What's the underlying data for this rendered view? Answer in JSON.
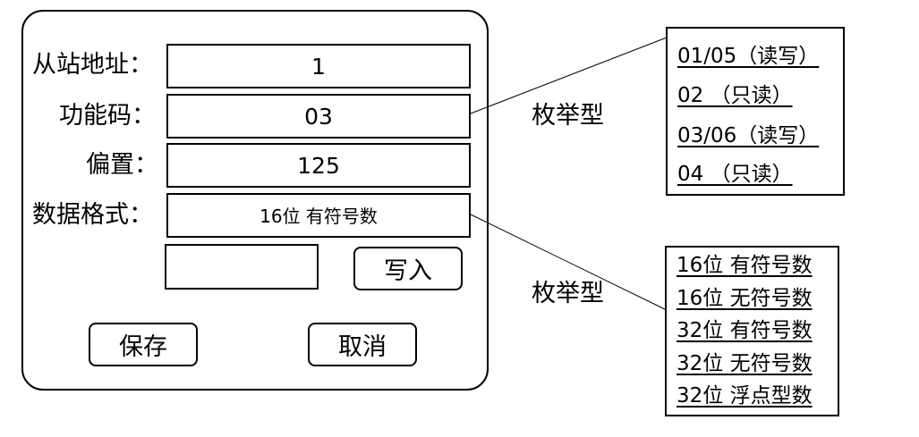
{
  "form": {
    "fields": [
      {
        "label": "从站地址：",
        "value": "1"
      },
      {
        "label": "功能码：",
        "value": "03"
      },
      {
        "label": "偏置：",
        "value": "125"
      },
      {
        "label": "数据格式：",
        "value": "16位 有符号数"
      }
    ],
    "write_input_value": "",
    "write_button_label": "写入",
    "save_button_label": "保存",
    "cancel_button_label": "取消"
  },
  "callouts": [
    {
      "tag": "枚举型",
      "options": [
        "01/05（读写）",
        "02 （只读）",
        "03/06（读写）",
        "04 （只读）"
      ]
    },
    {
      "tag": "枚举型",
      "options": [
        "16位 有符号数",
        "16位 无符号数",
        "32位 有符号数",
        "32位 无符号数",
        "32位 浮点型数"
      ]
    }
  ]
}
